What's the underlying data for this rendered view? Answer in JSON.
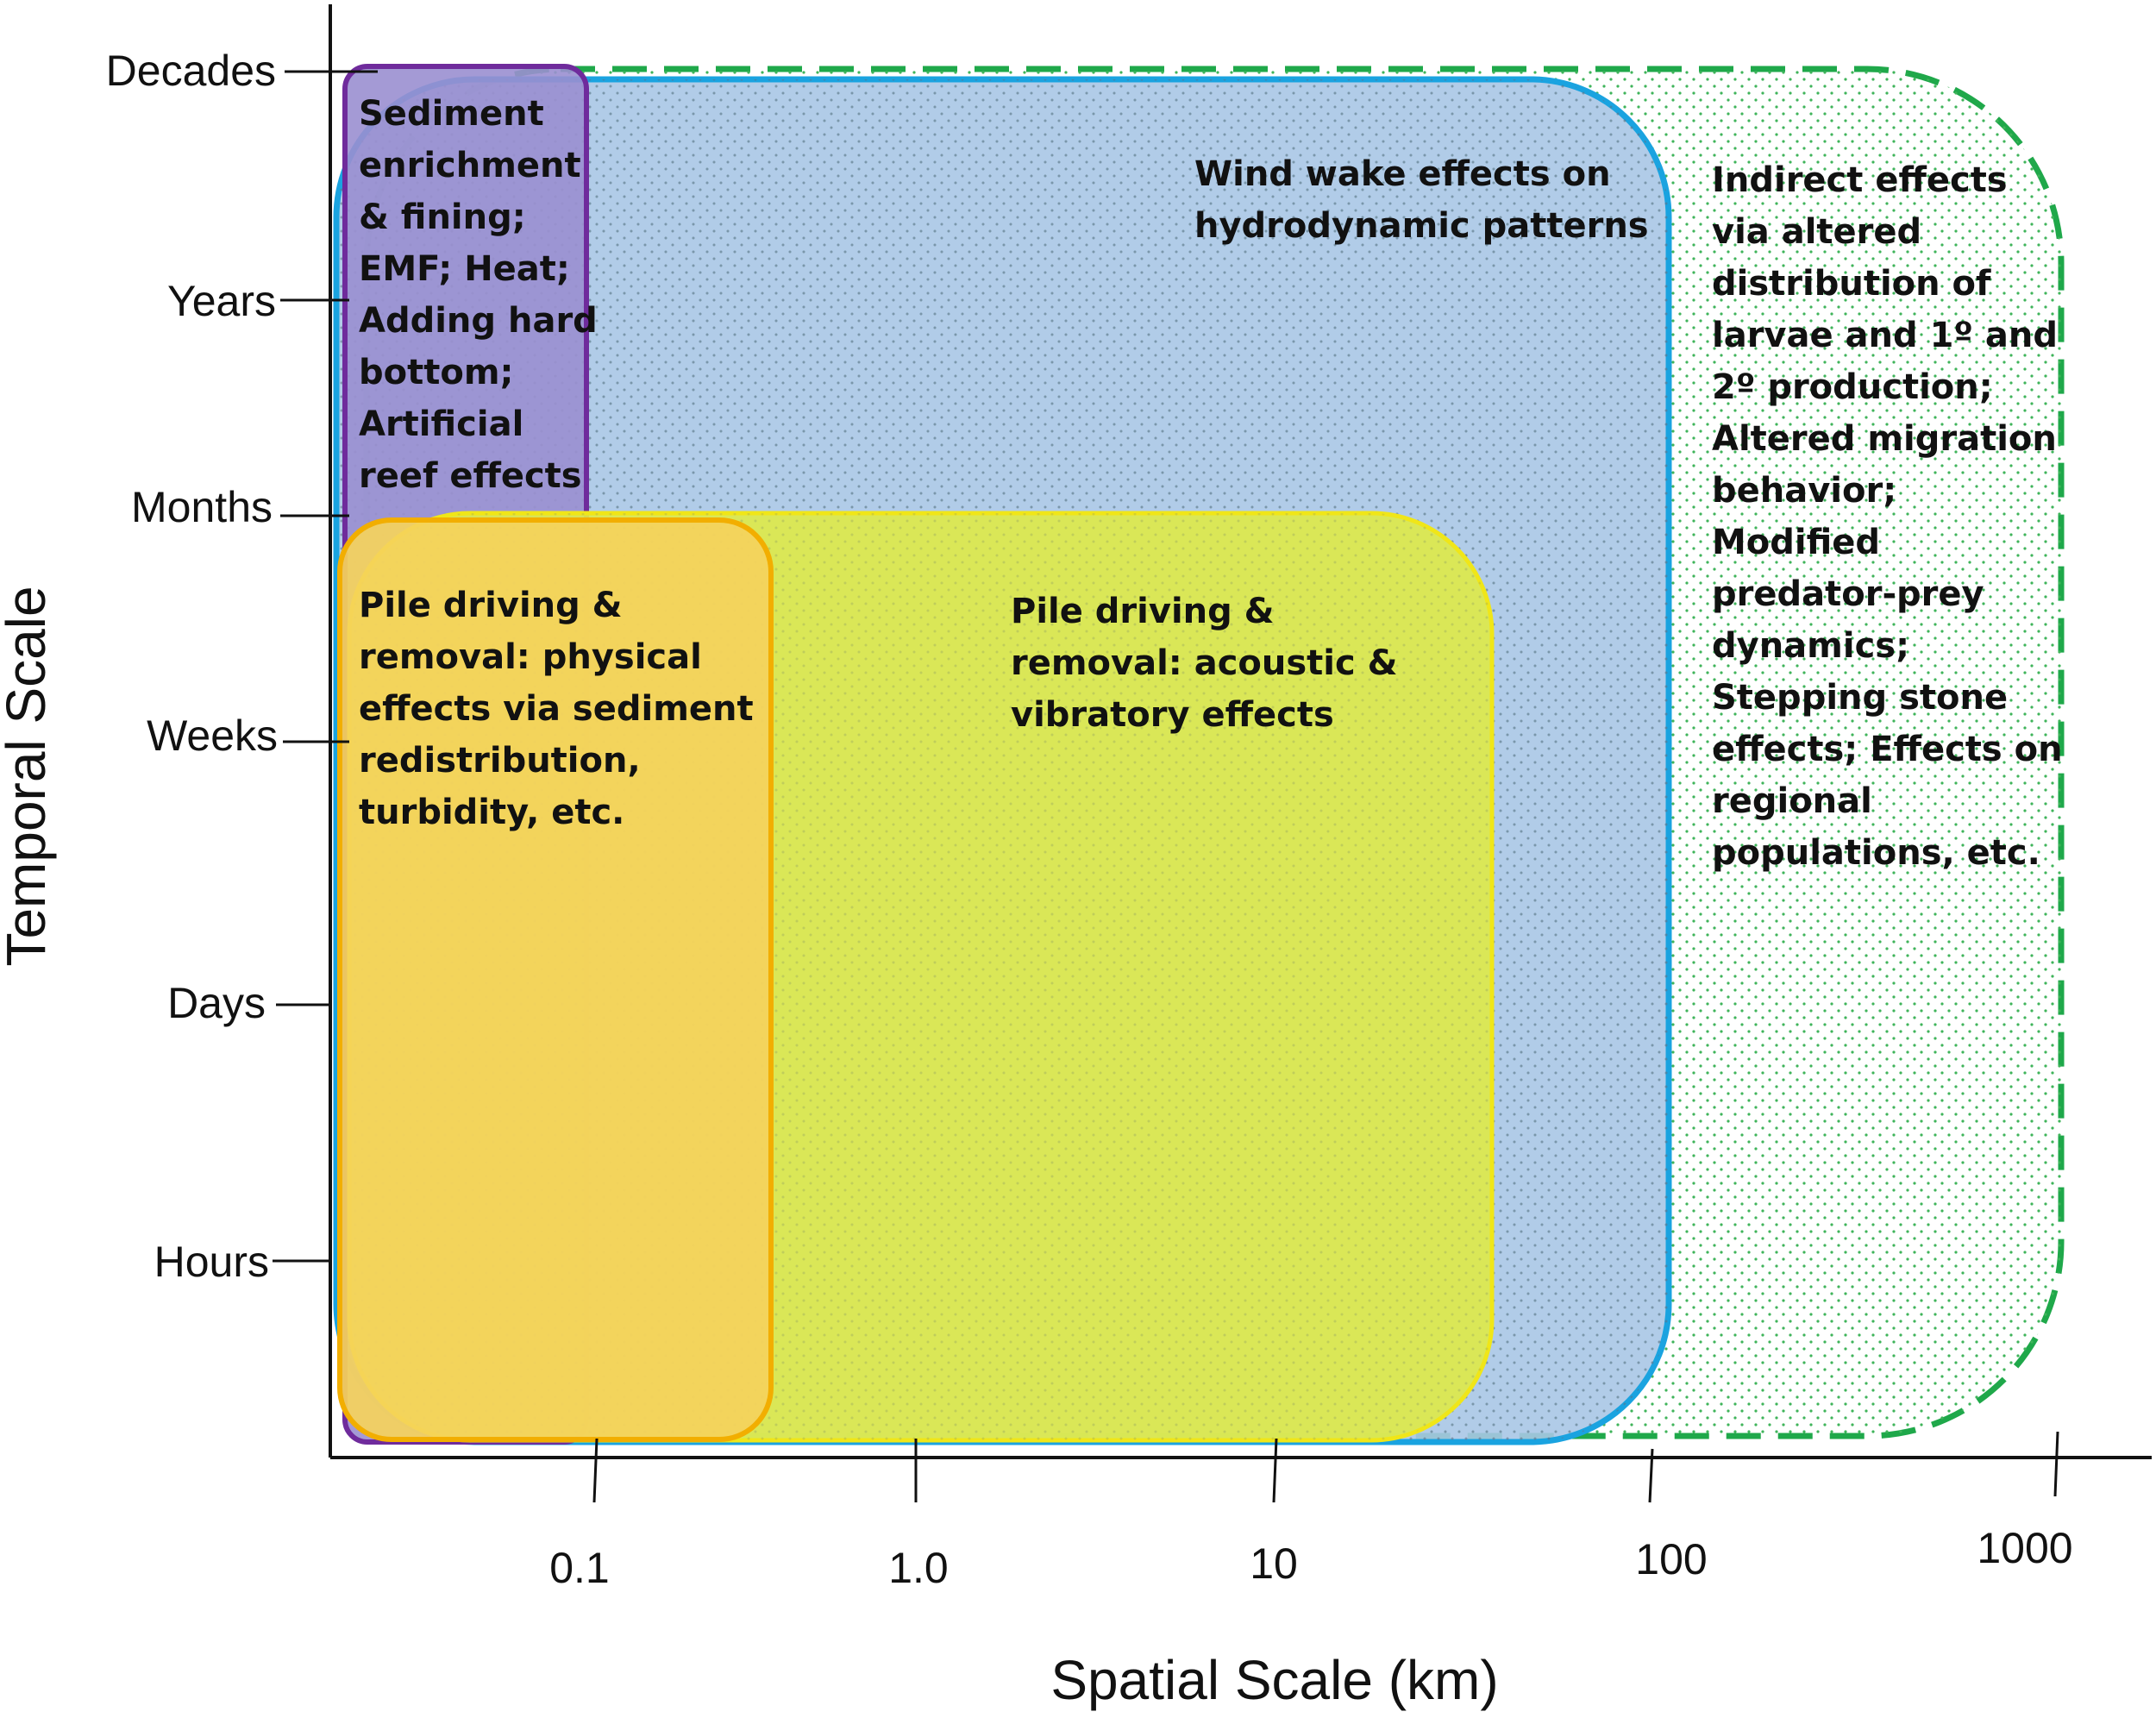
{
  "axes": {
    "x_title": "Spatial Scale (km)",
    "y_title": "Temporal Scale",
    "x_ticks": [
      "0.1",
      "1.0",
      "10",
      "100",
      "1000"
    ],
    "y_ticks": [
      "Decades",
      "Years",
      "Months",
      "Weeks",
      "Days",
      "Hours"
    ]
  },
  "effects": {
    "indirect": [
      "Indirect effects",
      "via altered",
      "distribution of",
      "larvae and 1º and",
      "2º production;",
      "Altered migration",
      "behavior;",
      "Modified",
      "predator-prey",
      "dynamics;",
      "Stepping stone",
      "effects; Effects on",
      "regional",
      "populations, etc."
    ],
    "wind_wake": [
      "Wind wake effects on",
      "hydrodynamic patterns"
    ],
    "sediment": [
      "Sediment",
      "enrichment",
      "& fining;",
      "EMF; Heat;",
      "Adding hard",
      "bottom;",
      "Artificial",
      "reef effects"
    ],
    "pile_acoustic": [
      "Pile driving &",
      "removal: acoustic &",
      "vibratory effects"
    ],
    "pile_physical": [
      "Pile driving &",
      "removal:  physical",
      "effects via sediment",
      "redistribution,",
      "turbidity, etc."
    ]
  },
  "colors": {
    "indirect_border": "#1fa84a",
    "wind_wake_fill": "#a9c6e6",
    "wind_wake_border": "#1aa3e0",
    "sediment_fill": "#9a8fd0",
    "sediment_border": "#6f2b9c",
    "pile_acoustic_fill": "#dde94a",
    "pile_acoustic_border": "#f0e618",
    "pile_physical_fill": "#f5d35c",
    "pile_physical_border": "#f2ae00"
  }
}
